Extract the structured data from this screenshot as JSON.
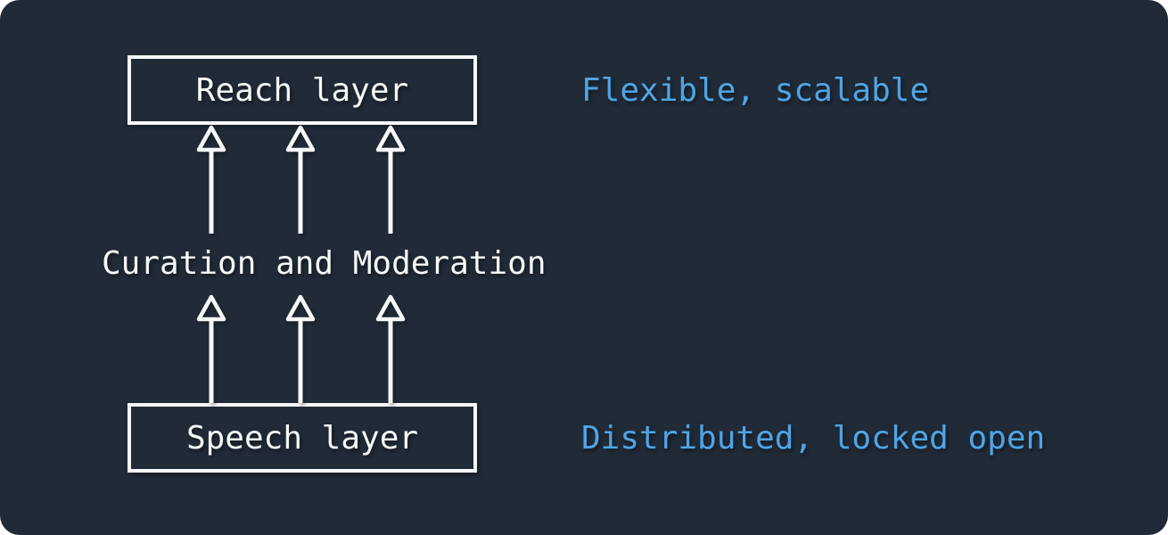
{
  "diagram": {
    "boxes": {
      "reach": {
        "label": "Reach layer"
      },
      "speech": {
        "label": "Speech layer"
      }
    },
    "middle_label": "Curation and Moderation",
    "annotations": {
      "reach": "Flexible, scalable",
      "speech": "Distributed, locked open"
    }
  },
  "colors": {
    "background": "#212b38",
    "foreground": "#f6f7f8",
    "accent_blue": "#4fa5e5"
  }
}
